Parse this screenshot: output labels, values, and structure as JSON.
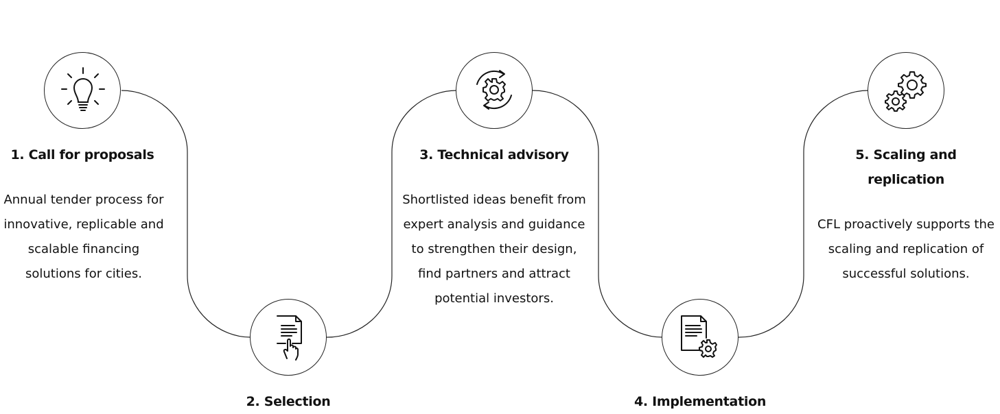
{
  "steps": [
    {
      "title": "1. Call for proposals",
      "description": "Annual tender process for innovative, replicable and scalable financing solutions for cities.",
      "icon": "lightbulb-icon"
    },
    {
      "title": "2. Selection",
      "icon": "document-hand-icon"
    },
    {
      "title": "3. Technical advisory",
      "description": "Shortlisted ideas benefit from expert analysis and guidance to strengthen their design, find partners and attract potential investors.",
      "icon": "gear-cycle-icon"
    },
    {
      "title": "4. Implementation",
      "icon": "document-gear-icon"
    },
    {
      "title": "5. Scaling and replication",
      "description": "CFL proactively supports the scaling and replication of successful solutions.",
      "icon": "gears-icon"
    }
  ],
  "colors": {
    "line": "#222222",
    "text": "#111111",
    "background": "#ffffff"
  }
}
